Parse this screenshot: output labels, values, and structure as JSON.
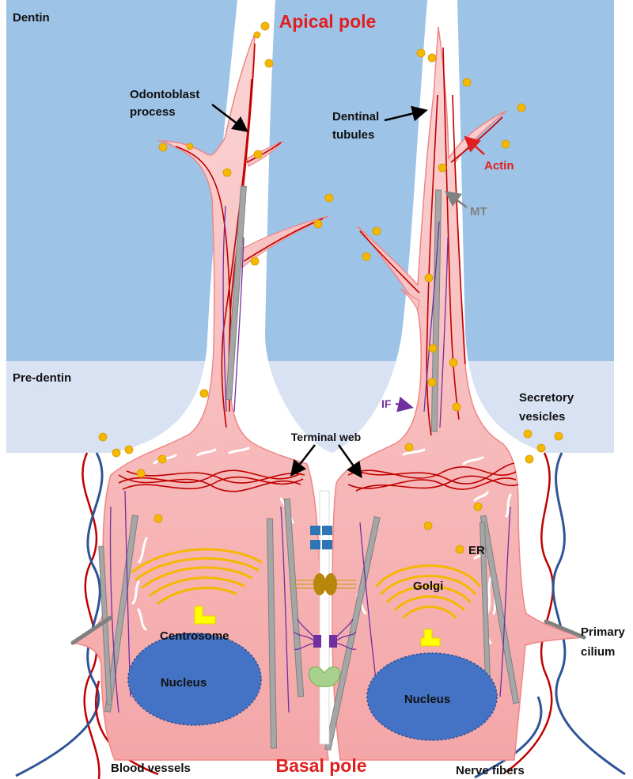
{
  "colors": {
    "dentin": "#9dc3e6",
    "predentin": "#d9e2f3",
    "cell_fill": "#f6b2b3",
    "cell_edge": "#f08585",
    "pole_text": "#e02020",
    "actin": "#c00000",
    "microtubule": "#a6a6a6",
    "intermediate_filament": "#7030a0",
    "vesicle": "#f5b800",
    "golgi": "#f5b800",
    "centrosome": "#ffff00",
    "nucleus": "#4472c4",
    "blood_vessel_red": "#c00000",
    "nerve_blue": "#2f5597"
  },
  "labels": {
    "apical_pole": "Apical pole",
    "basal_pole": "Basal pole",
    "dentin": "Dentin",
    "pre_dentin": "Pre-dentin",
    "odontoblast_process_1": "Odontoblast",
    "odontoblast_process_2": "process",
    "dentinal_tubules_1": "Dentinal",
    "dentinal_tubules_2": "tubules",
    "actin": "Actin",
    "mt": "MT",
    "if": "IF",
    "secretory_vesicles_1": "Secretory",
    "secretory_vesicles_2": "vesicles",
    "terminal_web": "Terminal web",
    "er": "ER",
    "golgi": "Golgi",
    "centrosome": "Centrosome",
    "nucleus_left": "Nucleus",
    "nucleus_right": "Nucleus",
    "primary_cilium_1": "Primary",
    "primary_cilium_2": "cilium",
    "blood_vessels": "Blood vessels",
    "nerve_fibers": "Nerve fibers"
  }
}
